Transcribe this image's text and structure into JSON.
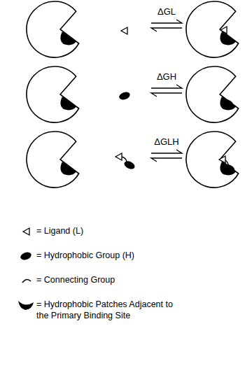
{
  "diagram": {
    "labels": [
      "ΔGL",
      "ΔGH",
      "ΔGLH"
    ],
    "legend": [
      {
        "text": "= Ligand (L)"
      },
      {
        "text": "= Hydrophobic Group (H)"
      },
      {
        "text": "= Connecting Group"
      },
      {
        "text": "= Hydrophobic Patches Adjacent to the Primary Binding Site"
      }
    ]
  }
}
